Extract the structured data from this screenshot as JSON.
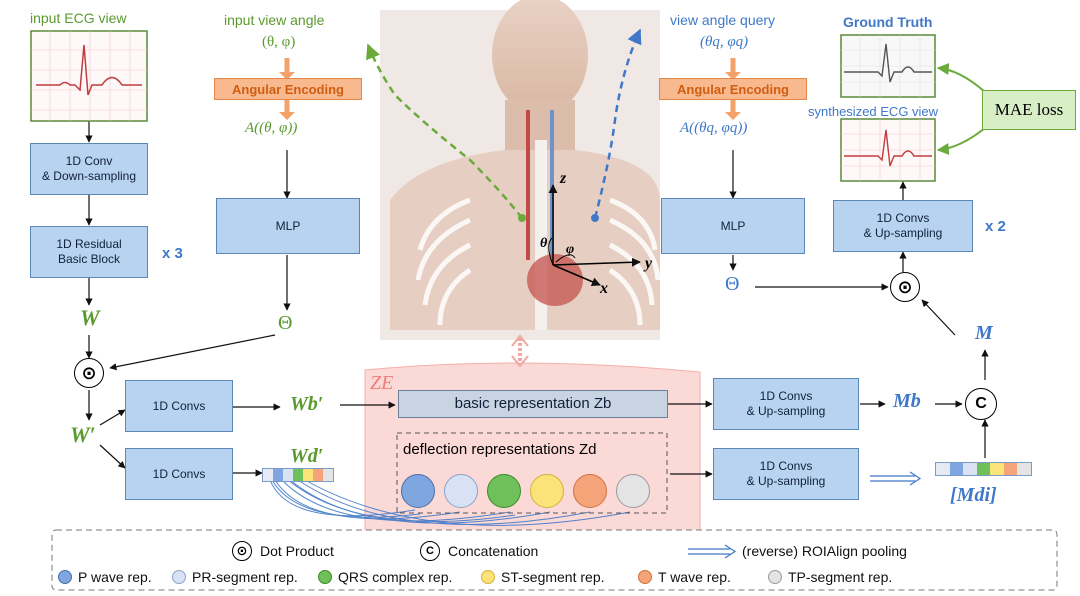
{
  "encoder": {
    "input_view_label": "input ECG view",
    "conv_down": "1D Conv\n& Down-sampling",
    "residual": "1D Residual\nBasic Block",
    "x3": "x 3",
    "W": "W",
    "W_prime": "W′",
    "dot_symbol": "⊙"
  },
  "angles": {
    "input_view_angle": "input view angle",
    "input_angle_vars": "(θ, φ)",
    "angular_encoding": "Angular Encoding",
    "A_input": "A((θ, φ))",
    "mlp": "MLP",
    "theta": "Θ",
    "view_query": "view angle query",
    "query_vars": "(θq, φq)",
    "A_query": "A((θq, φq))"
  },
  "body_axes": {
    "z": "z",
    "y": "y",
    "x": "x",
    "theta": "θ",
    "phi": "φ"
  },
  "middle": {
    "conv1": "1D Convs",
    "conv2": "1D Convs",
    "Wb": "Wb′",
    "Wd": "Wd′",
    "ZE": "ZE",
    "basic_rep": "basic representation Zb",
    "deflection_rep": "deflection representations Zd"
  },
  "decoder": {
    "up1": "1D Convs\n& Up-sampling",
    "up2": "1D Convs\n& Up-sampling",
    "Mb": "Mb",
    "Mdi": "[Mdi]",
    "M": "M",
    "concat_symbol": "C",
    "final_up": "1D Convs\n& Up-sampling",
    "x2": "x 2",
    "ground_truth": "Ground Truth",
    "synth_view": "synthesized ECG view",
    "mae_loss": "MAE loss"
  },
  "legend": {
    "dot_product": "Dot Product",
    "concatenation": "Concatenation",
    "roi": "(reverse) ROIAlign pooling",
    "items": [
      {
        "label": "P wave rep.",
        "color": "#7fa6df"
      },
      {
        "label": "PR-segment rep.",
        "color": "#d8e2f4"
      },
      {
        "label": "QRS complex rep.",
        "color": "#6fbf5a"
      },
      {
        "label": "ST-segment rep.",
        "color": "#fbe37a"
      },
      {
        "label": "T wave rep.",
        "color": "#f5a47a"
      },
      {
        "label": "TP-segment rep.",
        "color": "#e4e4e4"
      }
    ]
  },
  "colors": {
    "block": "#b8d3f0",
    "green": "#5a9a2e",
    "blue": "#3f78c8",
    "orange": "#f8b98e",
    "pink_bg": "#fbd9d6"
  }
}
